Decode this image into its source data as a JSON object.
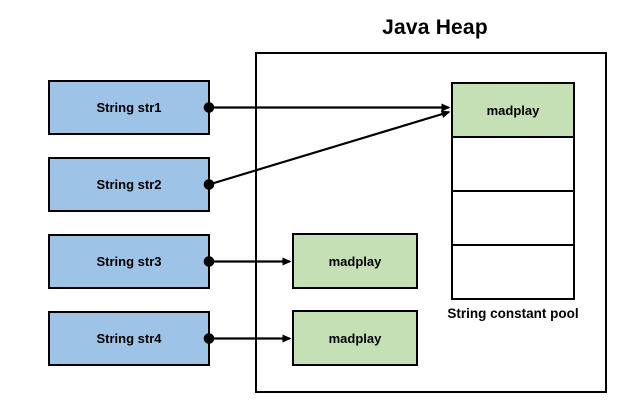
{
  "diagram": {
    "title": "Java Heap",
    "pool_label": "String constant pool"
  },
  "colors": {
    "reference_box_fill": "#9DC3E6",
    "object_box_fill": "#C5E0B4",
    "line_color": "#000000",
    "background": "#FFFFFF"
  },
  "reference_boxes": [
    {
      "label": "String str1"
    },
    {
      "label": "String str2"
    },
    {
      "label": "String str3"
    },
    {
      "label": "String str4"
    }
  ],
  "heap_objects": [
    {
      "label": "madplay"
    },
    {
      "label": "madplay"
    }
  ],
  "constant_pool_cells": [
    {
      "value": "madplay"
    },
    {
      "value": ""
    },
    {
      "value": ""
    },
    {
      "value": ""
    }
  ],
  "connections": [
    {
      "from": "String str1",
      "to": "constant-pool madplay cell"
    },
    {
      "from": "String str2",
      "to": "constant-pool madplay cell"
    },
    {
      "from": "String str3",
      "to": "heap madplay object 1"
    },
    {
      "from": "String str4",
      "to": "heap madplay object 2"
    }
  ]
}
